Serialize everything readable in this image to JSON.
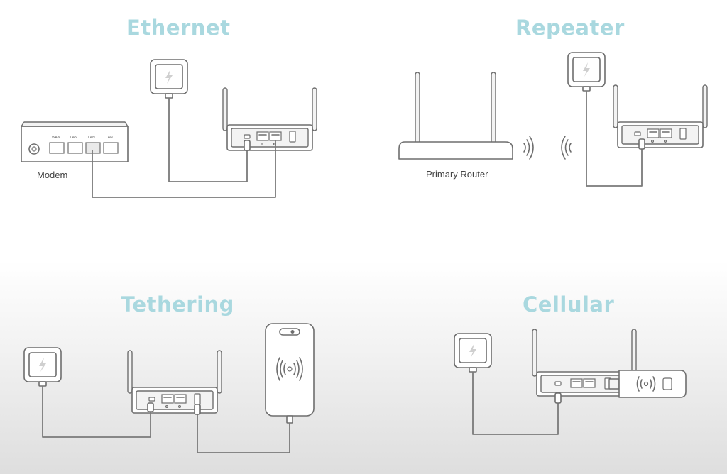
{
  "sections": [
    {
      "title": "Ethernet",
      "device_labels": [
        "Modem"
      ],
      "port_labels": [
        "WAN",
        "LAN",
        "LAN",
        "LAN"
      ]
    },
    {
      "title": "Repeater",
      "device_labels": [
        "Primary Router"
      ]
    },
    {
      "title": "Tethering"
    },
    {
      "title": "Cellular"
    }
  ],
  "colors": {
    "title": "#a9d8df",
    "line": "#6e6e6e",
    "background_bottom": "#dedede"
  }
}
